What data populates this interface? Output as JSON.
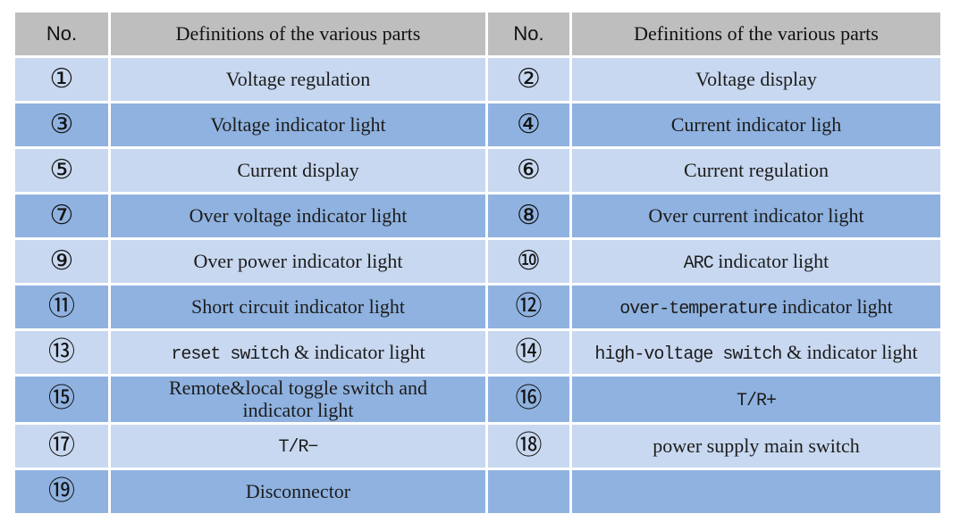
{
  "table": {
    "colors": {
      "header_bg": "#bebebe",
      "row_light": "#c8d8f0",
      "row_medium": "#8fb2e0",
      "gap": "#ffffff",
      "text": "#1c1c1c"
    },
    "header": {
      "no_label": "No.",
      "def_label": "Definitions of the various parts"
    },
    "rows": [
      {
        "shade": "light",
        "left_no": "①",
        "left_def": [
          {
            "text": "Voltage regulation"
          }
        ],
        "right_no": "②",
        "right_def": [
          {
            "text": "Voltage display"
          }
        ]
      },
      {
        "shade": "medium",
        "left_no": "③",
        "left_def": [
          {
            "text": "Voltage indicator light"
          }
        ],
        "right_no": "④",
        "right_def": [
          {
            "text": "Current indicator ligh"
          }
        ]
      },
      {
        "shade": "light",
        "left_no": "⑤",
        "left_def": [
          {
            "text": "Current display"
          }
        ],
        "right_no": "⑥",
        "right_def": [
          {
            "text": "Current regulation"
          }
        ]
      },
      {
        "shade": "medium",
        "left_no": "⑦",
        "left_def": [
          {
            "text": "Over voltage indicator light"
          }
        ],
        "right_no": "⑧",
        "right_def": [
          {
            "text": "Over current indicator light"
          }
        ]
      },
      {
        "shade": "light",
        "left_no": "⑨",
        "left_def": [
          {
            "text": "Over power indicator light"
          }
        ],
        "right_no": "⑩",
        "right_def": [
          {
            "text": "ARC",
            "alt": true
          },
          {
            "text": " indicator light"
          }
        ]
      },
      {
        "shade": "medium",
        "left_no": "⑪",
        "left_def": [
          {
            "text": "Short circuit indicator light"
          }
        ],
        "right_no": "⑫",
        "right_def": [
          {
            "text": "over-temperature",
            "alt": true
          },
          {
            "text": " indicator light"
          }
        ]
      },
      {
        "shade": "light",
        "left_no": "⑬",
        "left_def": [
          {
            "text": "reset switch",
            "alt": true
          },
          {
            "text": " & indicator light"
          }
        ],
        "right_no": "⑭",
        "right_def": [
          {
            "text": "high-voltage switch",
            "alt": true
          },
          {
            "text": " & indicator light"
          }
        ]
      },
      {
        "shade": "medium",
        "left_no": "⑮",
        "left_def": [
          {
            "text": "Remote&local toggle switch and"
          },
          {
            "br": true
          },
          {
            "text": "indicator light"
          }
        ],
        "right_no": "⑯",
        "right_def": [
          {
            "text": "T/R+",
            "alt": true
          }
        ]
      },
      {
        "shade": "light",
        "left_no": "⑰",
        "left_def": [
          {
            "text": "T/R−",
            "alt": true
          }
        ],
        "right_no": "⑱",
        "right_def": [
          {
            "text": "power supply main switch"
          }
        ]
      },
      {
        "shade": "medium",
        "left_no": "⑲",
        "left_def": [
          {
            "text": "Disconnector"
          }
        ],
        "right_no": "",
        "right_def": []
      }
    ]
  }
}
